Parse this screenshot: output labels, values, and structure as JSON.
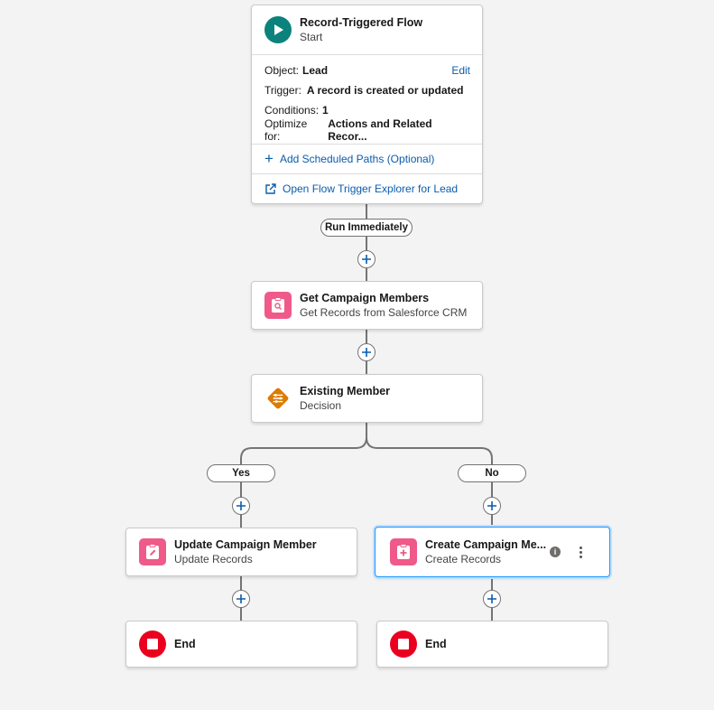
{
  "start": {
    "title": "Record-Triggered Flow",
    "subtitle": "Start",
    "object_label": "Object:",
    "object_value": "Lead",
    "edit_label": "Edit",
    "trigger_label": "Trigger:",
    "trigger_value": "A record is created or updated",
    "conditions_label": "Conditions:",
    "conditions_value": "1",
    "optimize_label": "Optimize for:",
    "optimize_value": "Actions and Related Recor...",
    "scheduled_paths_label": "Add Scheduled Paths (Optional)",
    "trigger_explorer_label": "Open Flow Trigger Explorer for Lead"
  },
  "run_immediately_label": "Run Immediately",
  "get_records": {
    "title": "Get Campaign Members",
    "subtitle": "Get Records from Salesforce CRM"
  },
  "decision": {
    "title": "Existing Member",
    "subtitle": "Decision"
  },
  "branches": {
    "yes_label": "Yes",
    "no_label": "No"
  },
  "update_records": {
    "title": "Update Campaign Member",
    "subtitle": "Update Records"
  },
  "create_records": {
    "title": "Create Campaign Me...",
    "subtitle": "Create Records"
  },
  "end_left": {
    "label": "End"
  },
  "end_right": {
    "label": "End"
  },
  "colors": {
    "start": "#0b827c",
    "pink": "#ef5a8a",
    "decision": "#dd7a01",
    "end": "#ea001e",
    "link": "#0b5cab",
    "selected": "#1b96ff"
  }
}
